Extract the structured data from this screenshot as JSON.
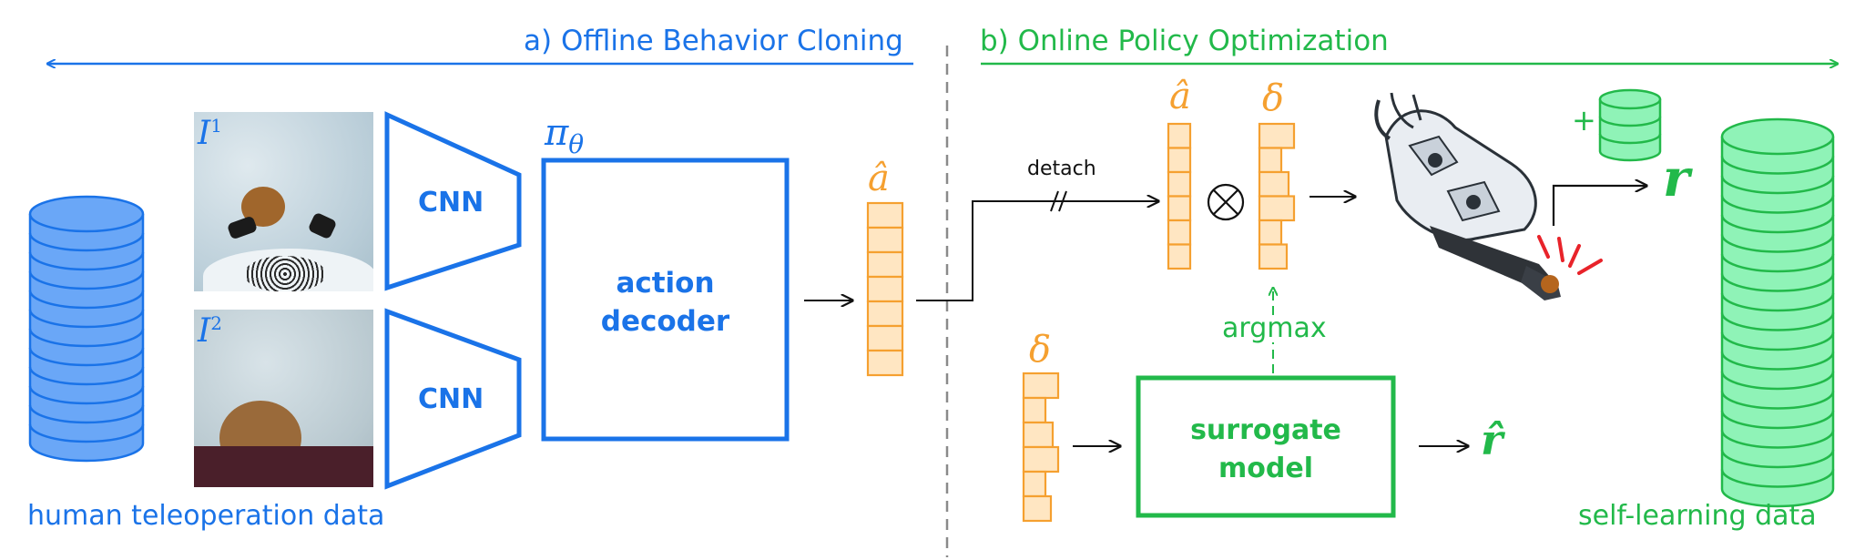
{
  "section_a": {
    "title": "a) Offline Behavior Cloning"
  },
  "section_b": {
    "title": "b) Online Policy Optimization"
  },
  "left_db": {
    "caption": "human teleoperation data"
  },
  "right_db": {
    "caption": "self-learning data"
  },
  "images": [
    {
      "label": "I",
      "superscript": "1"
    },
    {
      "label": "I",
      "superscript": "2"
    }
  ],
  "encoders": [
    {
      "label": "CNN"
    },
    {
      "label": "CNN"
    }
  ],
  "policy": {
    "symbol": "π",
    "subscript": "θ",
    "decoder_line1": "action",
    "decoder_line2": "decoder"
  },
  "action_vectors": {
    "a_hat": "â",
    "delta": "δ"
  },
  "connectors": {
    "detach": "detach",
    "otimes": "⊗",
    "argmax": "argmax",
    "plus": "+"
  },
  "surrogate": {
    "line1": "surrogate",
    "line2": "model"
  },
  "rewards": {
    "r": "r",
    "r_hat": "r̂"
  },
  "colors": {
    "blue": "#1a73e8",
    "green": "#22b94a",
    "orange": "#f5a030",
    "red": "#e8232a",
    "black": "#111111"
  }
}
